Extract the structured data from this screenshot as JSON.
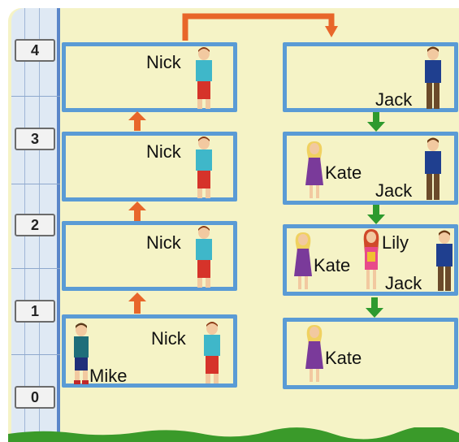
{
  "floors": [
    "0",
    "1",
    "2",
    "3",
    "4"
  ],
  "left_column": {
    "floor4": {
      "person": "Nick"
    },
    "floor3": {
      "person": "Nick"
    },
    "floor2": {
      "person": "Nick"
    },
    "floor1": {
      "people": [
        "Nick",
        "Mike"
      ]
    }
  },
  "right_column": {
    "floor4": {
      "people": [
        "Jack"
      ]
    },
    "floor3": {
      "people": [
        "Kate",
        "Jack"
      ]
    },
    "floor2": {
      "people": [
        "Kate",
        "Lily",
        "Jack"
      ]
    },
    "floor1": {
      "people": [
        "Kate"
      ]
    }
  },
  "colors": {
    "box_border": "#5a9bd5",
    "up_arrow": "#e8662a",
    "down_arrow": "#2e9a2e",
    "transfer_arrow": "#e8662a",
    "background": "#f5f3c6"
  }
}
